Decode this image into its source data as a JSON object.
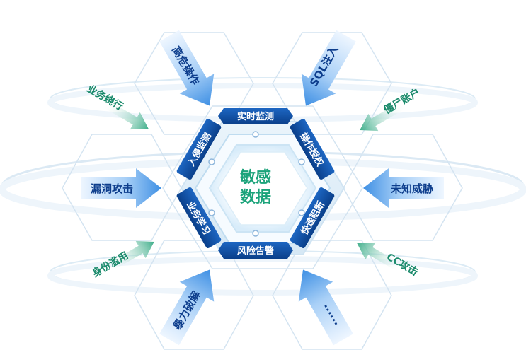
{
  "center": {
    "line1": "敏感",
    "line2": "数据"
  },
  "ring_tags": {
    "top": "实时监测",
    "upper_right": "操作授权",
    "lower_right": "快速阻断",
    "bottom": "风险告警",
    "lower_left": "业务学习",
    "upper_left": "入侵监测"
  },
  "blue_arrows": {
    "top_left": "高危操作",
    "top_right": "SQL注入",
    "left": "漏洞攻击",
    "right": "未知威胁",
    "bottom_left": "暴力破解",
    "bottom_right": "......"
  },
  "green_arrows": {
    "upper_left": "业务绕行",
    "upper_right": "僵尸账户",
    "lower_left": "身份滥用",
    "lower_right": "CC攻击"
  },
  "colors": {
    "tag_dark": "#0c4da2",
    "tag_light": "#1d66c2",
    "label_blue": "#0d3d8c",
    "label_green": "#1a8a6b",
    "arrow_light": "#cfe4fb",
    "arrow_dark": "#4a9be8",
    "core_text": "#1ba37a"
  }
}
